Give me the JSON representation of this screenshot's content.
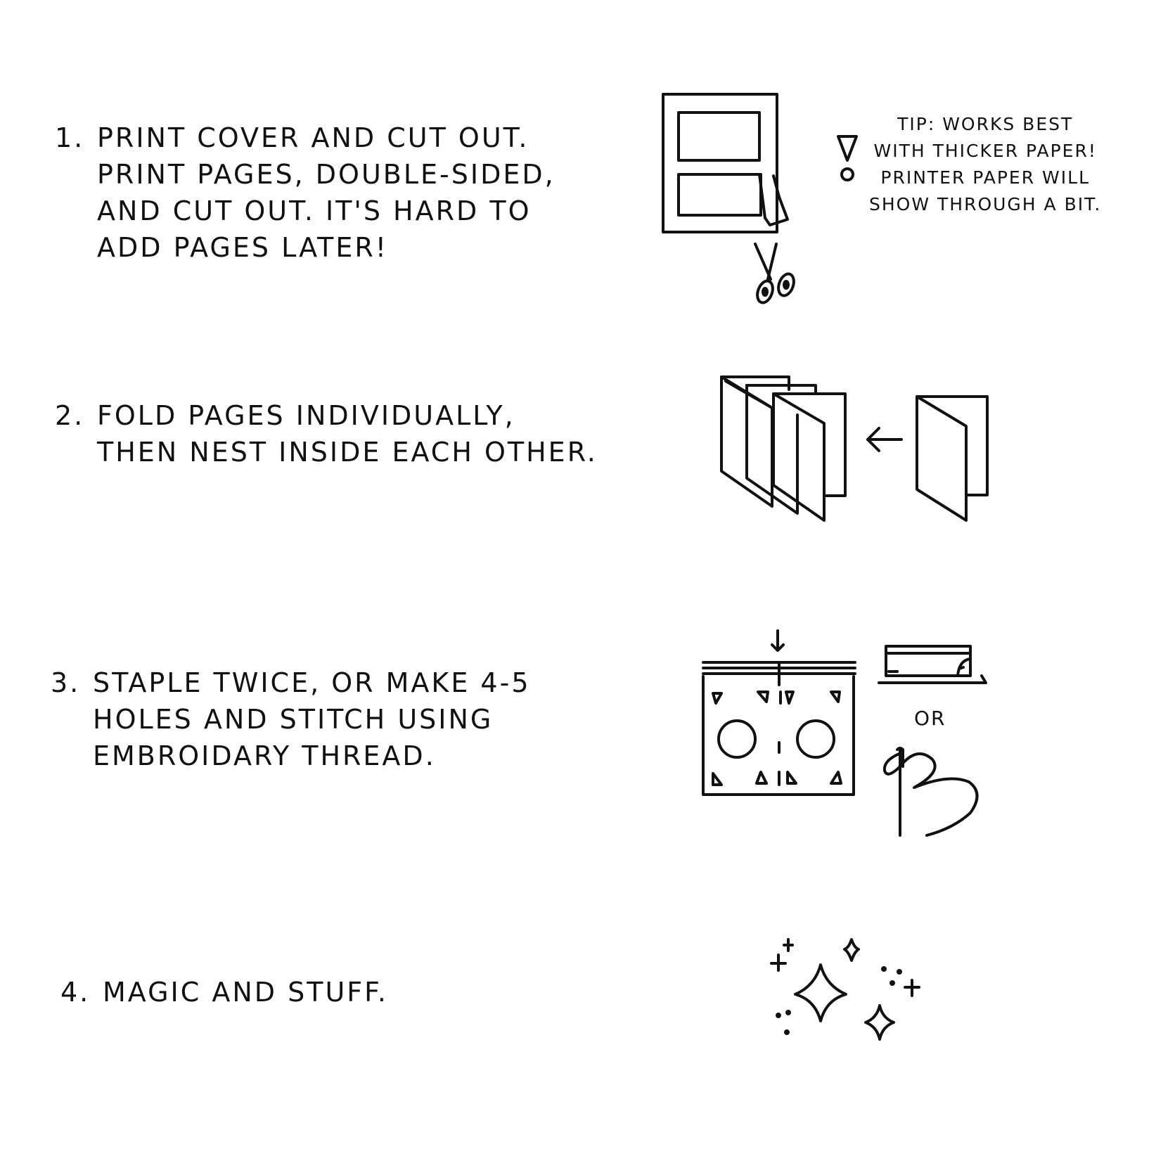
{
  "steps": [
    {
      "number": "1.",
      "lines": [
        "PRINT COVER AND  CUT OUT.",
        "PRINT PAGES, DOUBLE-SIDED,",
        "AND CUT OUT. IT'S HARD TO",
        "ADD PAGES LATER!"
      ]
    },
    {
      "number": "2.",
      "lines": [
        "FOLD PAGES INDIVIDUALLY,",
        "THEN  NEST INSIDE EACH OTHER."
      ]
    },
    {
      "number": "3.",
      "lines": [
        "STAPLE TWICE, OR MAKE 4-5",
        "HOLES AND STITCH USING",
        "EMBROIDARY THREAD."
      ]
    },
    {
      "number": "4.",
      "lines": [
        "MAGIC AND STUFF."
      ]
    }
  ],
  "tip": {
    "lines": [
      "TIP: WORKS BEST",
      "WITH THICKER PAPER!",
      "PRINTER PAPER WILL",
      "SHOW THROUGH A BIT."
    ]
  },
  "step3_or_label": "OR",
  "icons": {
    "step1": [
      "cover-sheet-icon",
      "scissors-icon",
      "exclamation-icon"
    ],
    "step2": [
      "nested-pages-icon",
      "arrow-left-icon",
      "folded-page-icon"
    ],
    "step3": [
      "stapled-booklet-icon",
      "down-arrow-icon",
      "stapler-icon",
      "needle-thread-icon"
    ],
    "step4": [
      "sparkles-icon"
    ]
  }
}
